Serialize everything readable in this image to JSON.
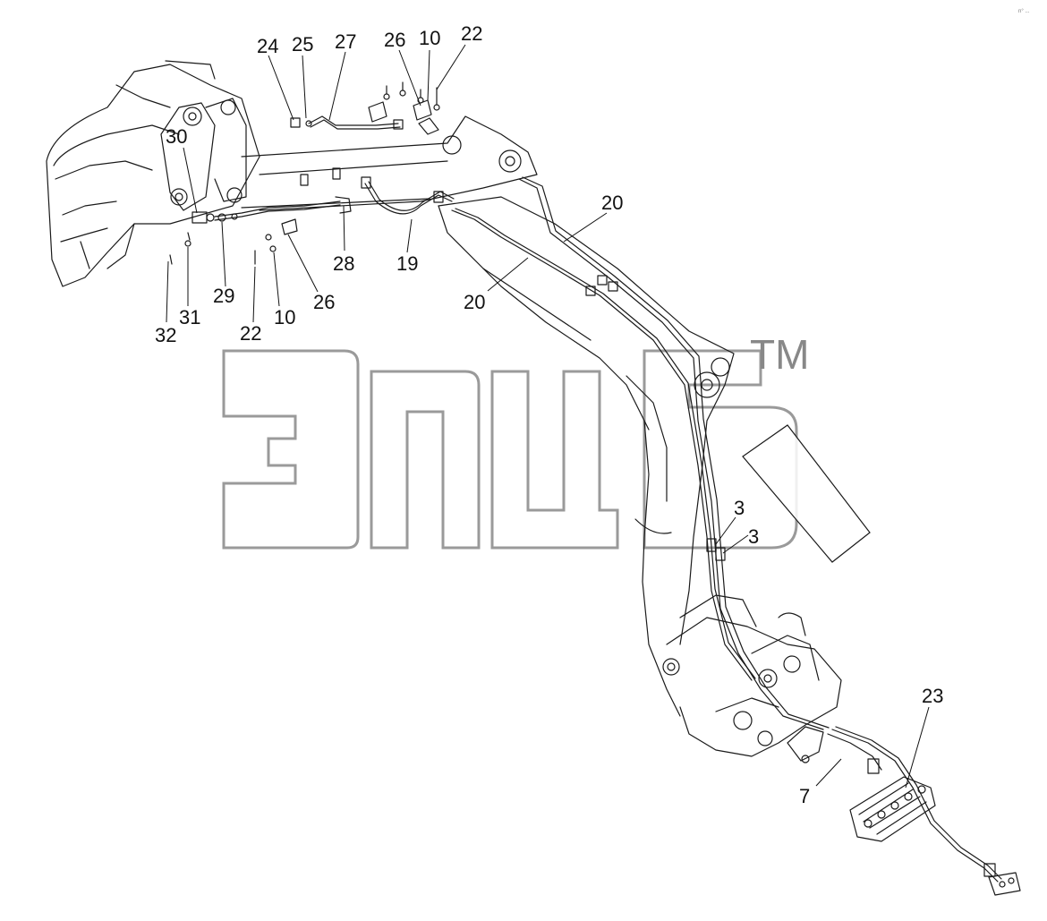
{
  "diagram": {
    "corner_mark": "n° ...",
    "watermark": {
      "logo_text": "ЭПЦ",
      "trademark": "TM"
    },
    "callouts": [
      {
        "id": "c24a",
        "text": "24"
      },
      {
        "id": "c25",
        "text": "25"
      },
      {
        "id": "c27",
        "text": "27"
      },
      {
        "id": "c26a",
        "text": "26"
      },
      {
        "id": "c10a",
        "text": "10"
      },
      {
        "id": "c22a",
        "text": "22"
      },
      {
        "id": "c30",
        "text": "30"
      },
      {
        "id": "c20a",
        "text": "20"
      },
      {
        "id": "c28",
        "text": "28"
      },
      {
        "id": "c19",
        "text": "19"
      },
      {
        "id": "c29",
        "text": "29"
      },
      {
        "id": "c26b",
        "text": "26"
      },
      {
        "id": "c20b",
        "text": "20"
      },
      {
        "id": "c31",
        "text": "31"
      },
      {
        "id": "c32",
        "text": "32"
      },
      {
        "id": "c22b",
        "text": "22"
      },
      {
        "id": "c10b",
        "text": "10"
      },
      {
        "id": "c3a",
        "text": "3"
      },
      {
        "id": "c3b",
        "text": "3"
      },
      {
        "id": "c23",
        "text": "23"
      },
      {
        "id": "c7",
        "text": "7"
      }
    ]
  }
}
